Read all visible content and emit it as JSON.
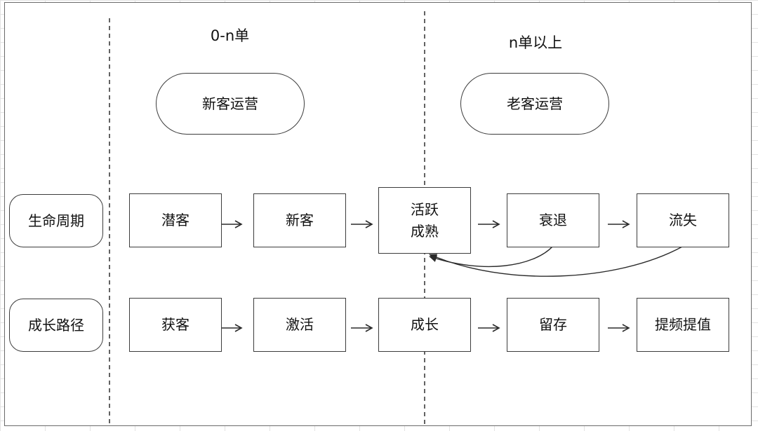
{
  "columns": {
    "left_header": "0-n单",
    "right_header": "n单以上"
  },
  "phases": {
    "new_ops": "新客运营",
    "old_ops": "老客运营"
  },
  "rows": {
    "lifecycle": {
      "label": "生命周期",
      "steps": [
        "潜客",
        "新客",
        "活跃",
        "成熟",
        "衰退",
        "流失"
      ]
    },
    "growth": {
      "label": "成长路径",
      "steps": [
        "获客",
        "激活",
        "成长",
        "留存",
        "提频提值"
      ]
    }
  },
  "colors": {
    "line": "#3c3c3c",
    "grid": "#e3e3e3",
    "text": "#111111"
  }
}
